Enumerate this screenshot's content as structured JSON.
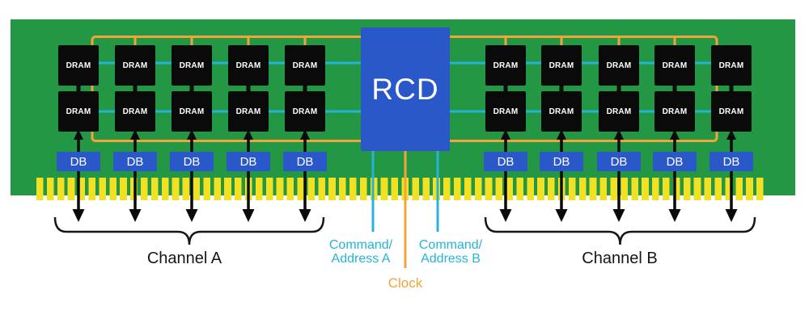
{
  "colors": {
    "pcb_green": "#239744",
    "chip_black": "#0a0a0a",
    "component_blue": "#2a58c9",
    "pin_yellow": "#f2e022",
    "orange": "#f2a438",
    "cyan": "#25b4d8",
    "label_black": "#161616",
    "background": "#ffffff"
  },
  "rcd": {
    "label": "RCD"
  },
  "dram": {
    "label": "DRAM",
    "rows": 2,
    "columns_per_channel": 5,
    "count_per_channel": 10
  },
  "data_buffer": {
    "label": "DB",
    "count_per_channel": 5
  },
  "channels": [
    {
      "name": "Channel A"
    },
    {
      "name": "Channel B"
    }
  ],
  "signals": {
    "command_address_a": {
      "line1": "Command/",
      "line2": "Address A"
    },
    "command_address_b": {
      "line1": "Command/",
      "line2": "Address B"
    },
    "clock": "Clock"
  }
}
